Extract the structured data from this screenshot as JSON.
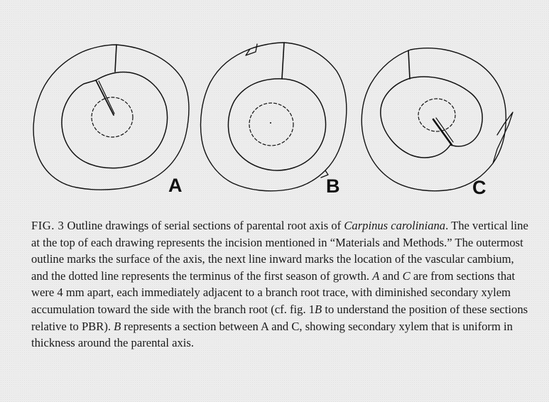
{
  "figure": {
    "panels": [
      {
        "label": "A"
      },
      {
        "label": "B"
      },
      {
        "label": "C"
      }
    ]
  },
  "caption": {
    "fig_label": "FIG. 3",
    "part1": "Outline drawings of serial sections of parental root axis of ",
    "species": "Carpinus caroliniana",
    "part2": ". The vertical line at the top of each drawing represents the incision mentioned in “Materials and Methods.” The outermost outline marks the surface of the axis, the next line inward marks the location of the vascular cambium, and the dotted line represents the terminus of the first season of growth. ",
    "ref_a": "A",
    "part3": " and ",
    "ref_c": "C",
    "part4": " are from sections that were 4 mm apart, each immediately adjacent to a branch root trace, with diminished secondary xylem accumulation toward the side with the branch root (cf. fig. 1",
    "ref_1b": "B",
    "part5": " to understand the position of these sections relative to PBR). ",
    "ref_b": "B",
    "part6": " represents a section between A and C, showing secondary xylem that is uniform in thickness around the parental axis."
  }
}
